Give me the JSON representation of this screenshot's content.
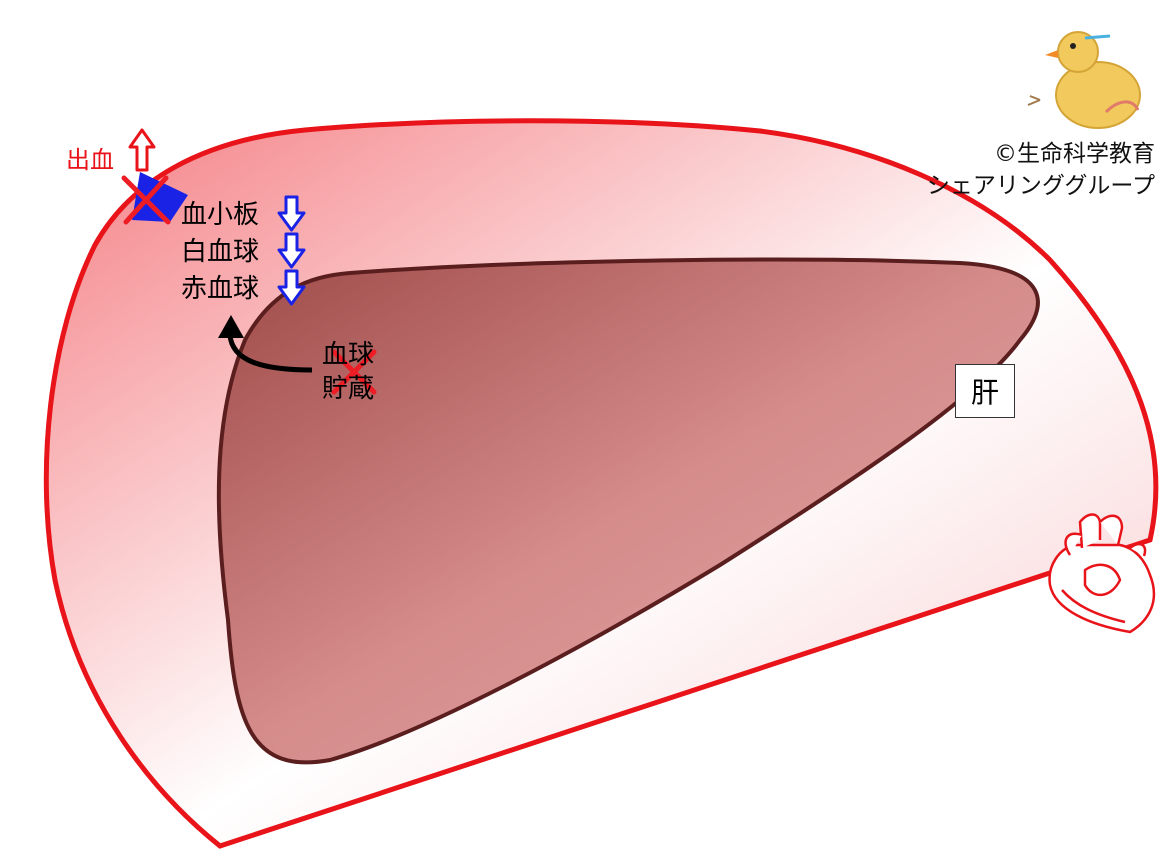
{
  "labels": {
    "hemorrhage": "出血",
    "platelets": "血小板",
    "white_cells": "白血球",
    "red_cells": "赤血球",
    "storage_line1": "血球",
    "storage_line2": "貯蔵",
    "liver": "肝"
  },
  "credit": {
    "line1": "©生命科学教育",
    "line2": "シェアリンググループ"
  },
  "colors": {
    "outline_red": "#e8141a",
    "body_fill": "#f7a3a6",
    "liver_fill": "#c9807e",
    "liver_stroke": "#5a1e1e",
    "down_arrow_blue": "#1a22e6",
    "cross_red": "#ee1c24"
  },
  "icons": [
    "up-arrow-icon",
    "down-arrow-icon",
    "cross-icon",
    "curved-arrow-icon",
    "heart-icon",
    "chick-mascot-icon"
  ]
}
